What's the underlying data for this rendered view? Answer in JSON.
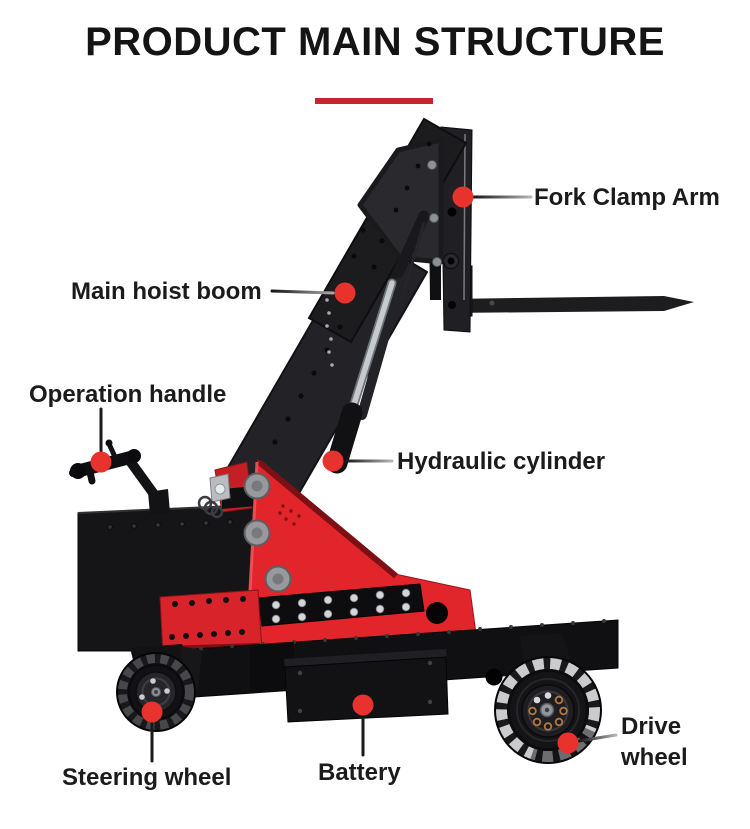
{
  "title": "PRODUCT MAIN STRUCTURE",
  "callouts": {
    "fork_clamp_arm": {
      "label": "Fork Clamp Arm"
    },
    "main_hoist_boom": {
      "label": "Main hoist boom"
    },
    "operation_handle": {
      "label": "Operation handle"
    },
    "hydraulic_cylinder": {
      "label": "Hydraulic cylinder"
    },
    "drive_wheel": {
      "label": "Drive wheel"
    },
    "steering_wheel": {
      "label": "Steering wheel"
    },
    "battery": {
      "label": "Battery"
    }
  },
  "colors": {
    "accent_red": "#e8322d",
    "underline_red": "#c9232d",
    "machine_red": "#e2242b",
    "machine_dark_red": "#7c1015",
    "machine_black": "#1a1a1c"
  }
}
